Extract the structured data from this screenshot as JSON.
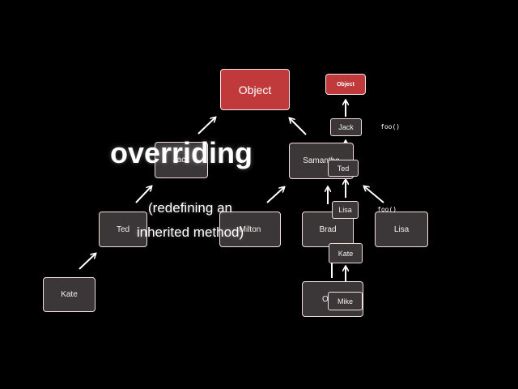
{
  "diagram": {
    "nodes": {
      "object_main": "Object",
      "object_right": "Object",
      "jack_left": "Jack",
      "ted_left": "Ted",
      "kate_left": "Kate",
      "milton": "Milton",
      "samantha": "Samantha",
      "jack_right": "Jack",
      "ted_right": "Ted",
      "brad": "Brad",
      "lisa_small": "Lisa",
      "lisa_right": "Lisa",
      "kate_right": "Kate",
      "oliver": "Oliver",
      "mike": "Mike"
    },
    "method_labels": {
      "foo_top": "foo()",
      "foo_mid": "foo()"
    }
  },
  "overlay": {
    "title": "overriding",
    "subtitle_line1": "(redefining an",
    "subtitle_line2": "inherited method)"
  },
  "colors": {
    "background": "#000000",
    "node_fill": "#3b3637",
    "node_border": "#f2dede",
    "accent": "#c0393b",
    "arrow": "#ffffff"
  }
}
